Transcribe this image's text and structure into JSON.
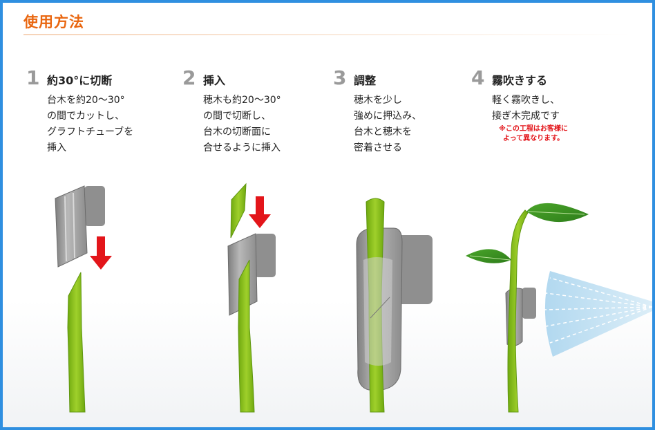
{
  "title": "使用方法",
  "steps": [
    {
      "number": "1",
      "heading": "約30°に切断",
      "lines": [
        "台木を約20〜30°",
        "の間でカットし、",
        "グラフトチューブを",
        "挿入"
      ]
    },
    {
      "number": "2",
      "heading": "挿入",
      "lines": [
        "穂木も約20〜30°",
        "の間で切断し、",
        "台木の切断面に",
        "合せるように挿入"
      ]
    },
    {
      "number": "3",
      "heading": "調整",
      "lines": [
        "穂木を少し",
        "強めに押込み、",
        "台木と穂木を",
        "密着させる"
      ]
    },
    {
      "number": "4",
      "heading": "霧吹きする",
      "lines": [
        "軽く霧吹きし、",
        "接ぎ木完成です"
      ],
      "note": [
        "※この工程はお客様に",
        "よって異なります。"
      ]
    }
  ],
  "colors": {
    "title": "#e9660f",
    "border": "#2f8fe0",
    "stem": "#8dc21f",
    "arrow": "#e3151a",
    "tube": "#9c9c9c",
    "spray": "#bfe0f2"
  }
}
